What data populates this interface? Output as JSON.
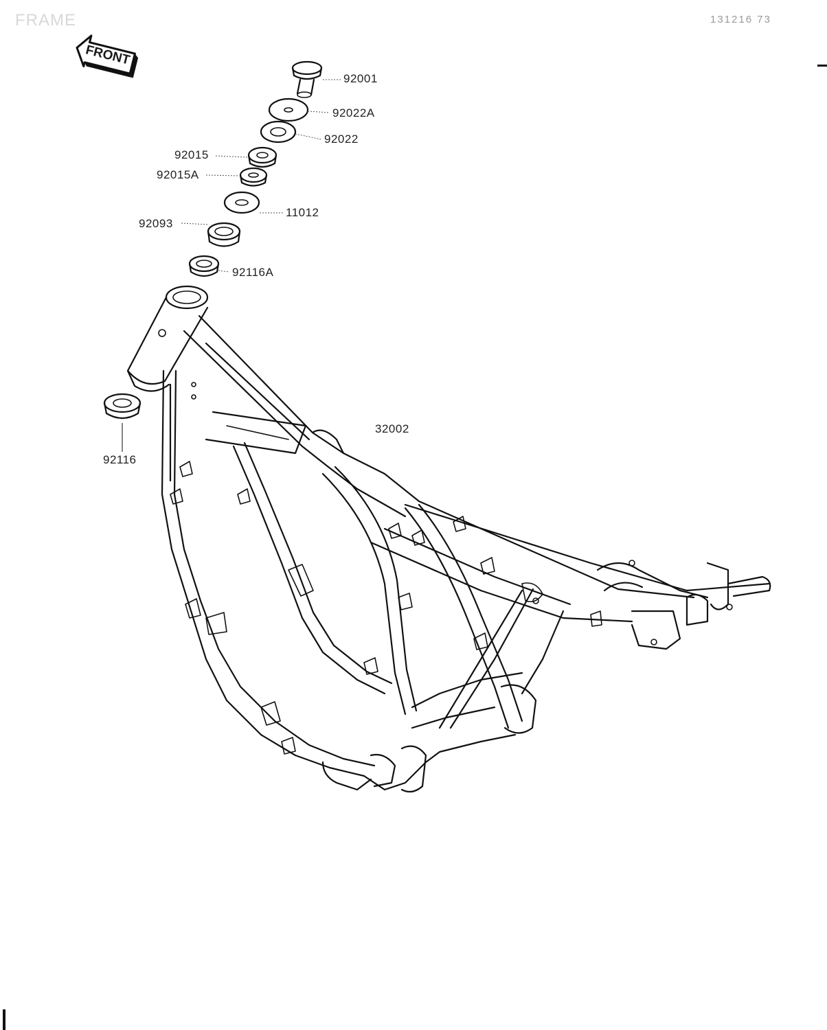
{
  "header": {
    "section_title": "FRAME",
    "reference_code": "131216 73"
  },
  "badge": {
    "front_label": "FRONT"
  },
  "parts": [
    {
      "part_no": "92001"
    },
    {
      "part_no": "92022A"
    },
    {
      "part_no": "92022"
    },
    {
      "part_no": "92015"
    },
    {
      "part_no": "92015A"
    },
    {
      "part_no": "11012"
    },
    {
      "part_no": "92093"
    },
    {
      "part_no": "92116A"
    },
    {
      "part_no": "32002"
    },
    {
      "part_no": "92116"
    }
  ]
}
